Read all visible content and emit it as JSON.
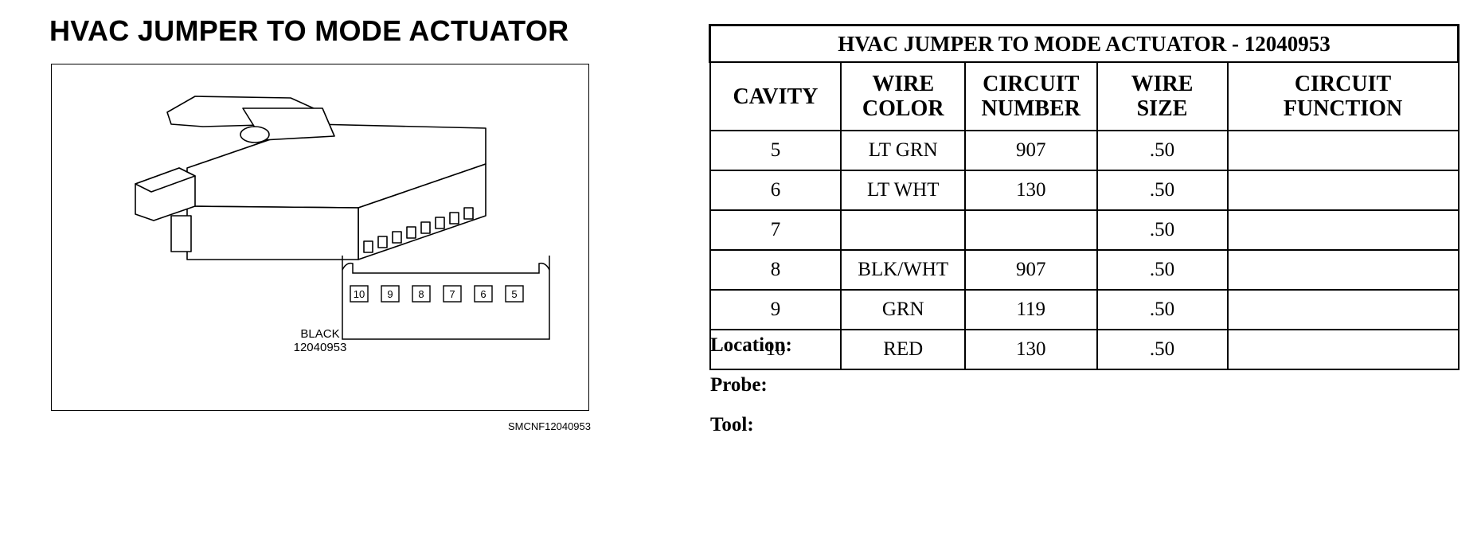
{
  "left_title": "HVAC JUMPER TO MODE ACTUATOR",
  "connector": {
    "cavities_face": [
      "10",
      "9",
      "8",
      "7",
      "6",
      "5"
    ],
    "color_label": "BLACK",
    "part_number": "12040953",
    "figure_code": "SMCNF12040953"
  },
  "table": {
    "title": "HVAC JUMPER TO MODE ACTUATOR - 12040953",
    "headers": [
      [
        "CAVITY",
        ""
      ],
      [
        "WIRE",
        "COLOR"
      ],
      [
        "CIRCUIT",
        "NUMBER"
      ],
      [
        "WIRE",
        "SIZE"
      ],
      [
        "CIRCUIT",
        "FUNCTION"
      ]
    ],
    "rows": [
      [
        "5",
        "LT GRN",
        "907",
        ".50",
        ""
      ],
      [
        "6",
        "LT WHT",
        "130",
        ".50",
        ""
      ],
      [
        "7",
        "",
        "",
        ".50",
        ""
      ],
      [
        "8",
        "BLK/WHT",
        "907",
        ".50",
        ""
      ],
      [
        "9",
        "GRN",
        "119",
        ".50",
        ""
      ],
      [
        "10",
        "RED",
        "130",
        ".50",
        ""
      ]
    ]
  },
  "info": {
    "location_label": "Location:",
    "probe_label": "Probe:",
    "tool_label": "Tool:"
  }
}
